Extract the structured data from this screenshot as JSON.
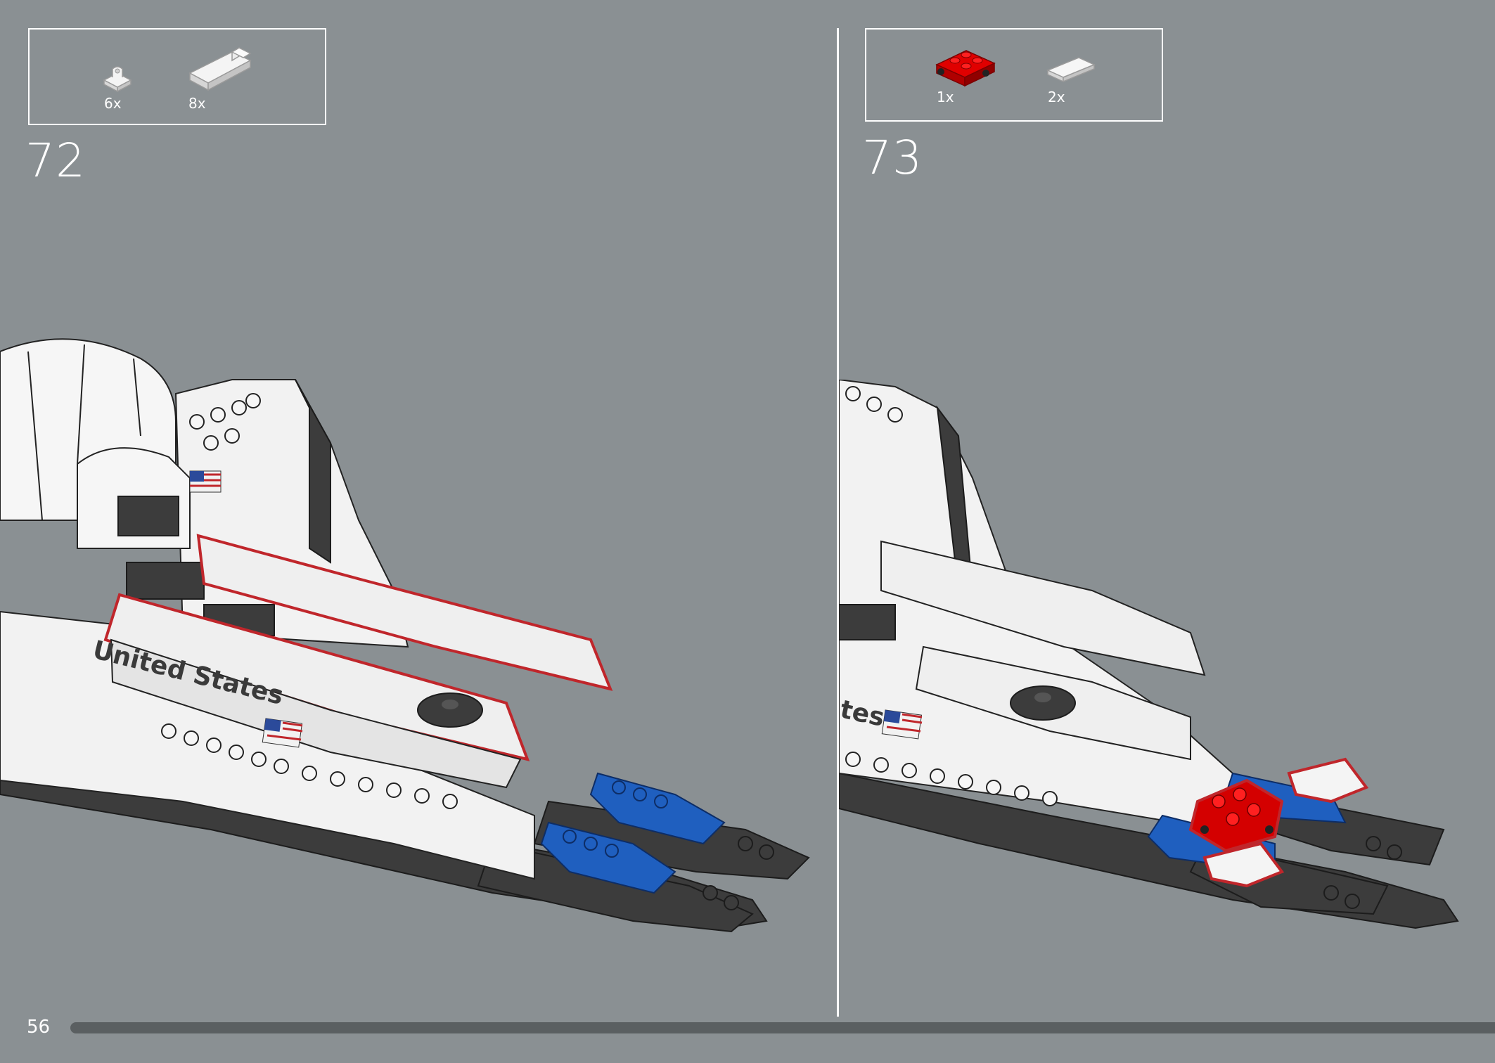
{
  "page": {
    "number": "56",
    "colors": {
      "background": "#8a9093",
      "divider": "#ffffff",
      "progress_track": "#5a5f61",
      "highlight": "#c0262b",
      "brick_white": "#f2f2f2",
      "brick_dark": "#3c3c3c",
      "brick_blue": "#1f5fbf",
      "brick_red": "#d40000"
    }
  },
  "steps": [
    {
      "number": "72",
      "parts": [
        {
          "icon": "clip-plate-icon",
          "count": "6x",
          "color": "white"
        },
        {
          "icon": "panel-wall-icon",
          "count": "8x",
          "color": "white"
        }
      ],
      "model_text": "United States"
    },
    {
      "number": "73",
      "parts": [
        {
          "icon": "red-plate-with-pins-icon",
          "count": "1x",
          "color": "red"
        },
        {
          "icon": "white-tile-icon",
          "count": "2x",
          "color": "white"
        }
      ],
      "model_text": "tes"
    }
  ]
}
